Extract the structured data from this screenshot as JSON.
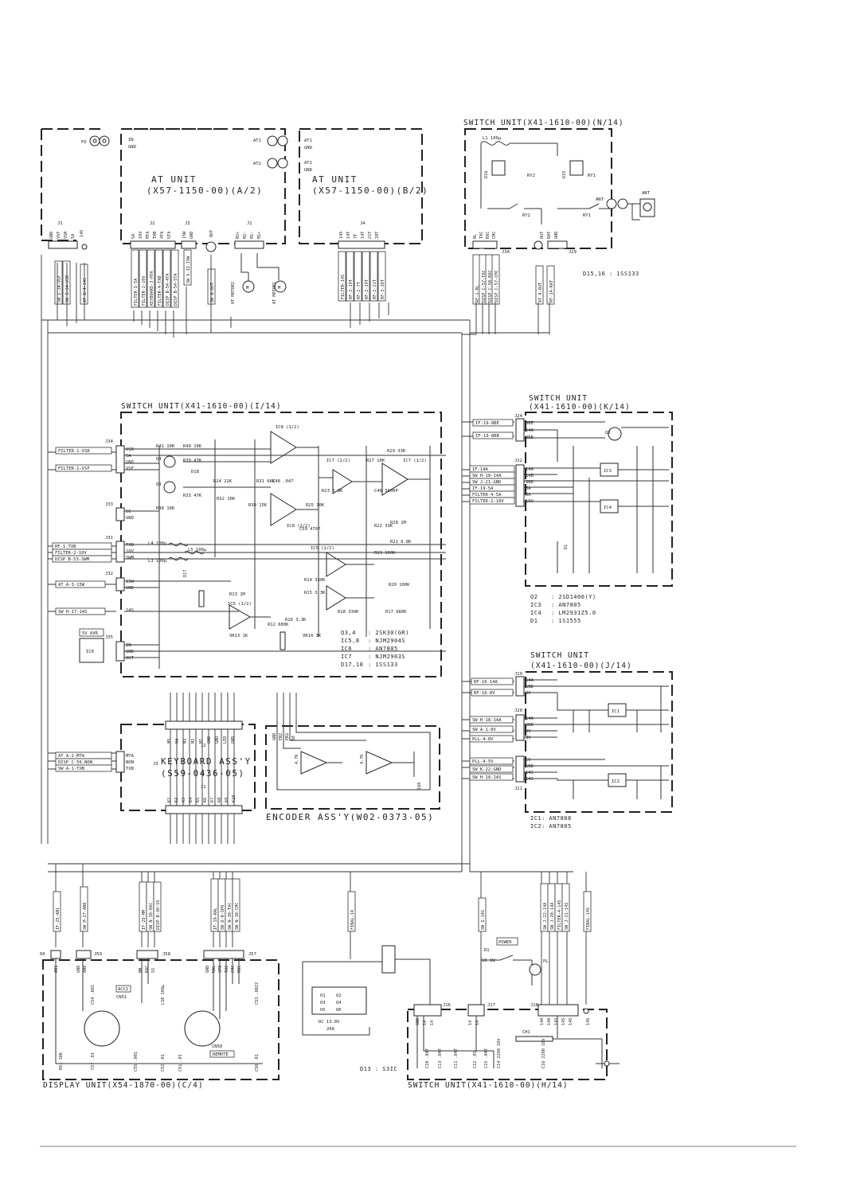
{
  "units": {
    "at_a": {
      "title": "AT UNIT",
      "part": "(X57-1150-00)(A/2)"
    },
    "at_b": {
      "title": "AT UNIT",
      "part": "(X57-1150-00)(B/2)"
    },
    "sw_n": {
      "title": "SWITCH UNIT(X41-1610-00)(N/14)"
    },
    "sw_i": {
      "title": "SWITCH UNIT(X41-1610-00)(I/14)"
    },
    "sw_k": {
      "title": "SWITCH UNIT",
      "part": "(X41-1610-00)(K/14)"
    },
    "sw_j": {
      "title": "SWITCH UNIT",
      "part": "(X41-1610-00)(J/14)"
    },
    "keyboard": {
      "title": "KEYBOARD ASS'Y",
      "part": "(S59-0436-05)"
    },
    "encoder": {
      "title": "ENCODER ASS'Y(W02-0373-05)"
    },
    "display": {
      "title": "DISPLAY UNIT(X54-1870-00)(C/4)"
    },
    "sw_h": {
      "title": "SWITCH UNIT(X41-1610-00)(H/14)"
    }
  },
  "top": {
    "fo": "FO",
    "in": "IN",
    "gnd": "GND",
    "at1": "AT1",
    "at2": "AT2",
    "ant": "ANT",
    "j1_pins": [
      "GND",
      "VSF",
      "VSR",
      "5A"
    ],
    "j1_14s": "14S",
    "j2_pins": [
      "5A",
      "10V",
      "MTA",
      "TXB",
      "4TA",
      "5TA"
    ],
    "j3_pins": [
      "15W",
      "GND"
    ],
    "out": "OUT",
    "jat1_pins": [
      "M2+",
      "M2-",
      "M1-",
      "M1+"
    ],
    "j4_pins": [
      "14S",
      "14T",
      "7T",
      "14T",
      "21T",
      "28T"
    ],
    "harness_j1": [
      "SW I-34-VSF",
      "SW I-34-VSR"
    ],
    "harness_at": "AT B-4-14S",
    "harness_j2": [
      "FILTER-I-5A",
      "FILTER-2-10V",
      "KEYBOARD-3-MTA",
      "FILTER-4-TXB",
      "DISP B-54-4TA",
      "DISP B-54-5TA"
    ],
    "harness_j3": "SW I-32-15W",
    "harness_out": "SW N-OUT",
    "motor2": "AT MOTOR2",
    "motor1": "AT MOTOR1",
    "harness_j4": [
      "FILTER-14S",
      "RF-2-14T",
      "RF-2-7T",
      "RF-2-14T",
      "RF-2-21T",
      "RF-3-28T"
    ]
  },
  "sw_n": {
    "l1": "L1 100μ",
    "ry1": "RY1",
    "ry2": "RY2",
    "d15": "D15",
    "d16": "D16",
    "j30": "J30",
    "j29": "J29",
    "j30_pins": [
      "RL",
      "TXC",
      "RXC",
      "CMC"
    ],
    "j29_pins": [
      "OUT",
      "RAT",
      "GND"
    ],
    "harness_j30": [
      "RF-1-RL",
      "DISP C-57-TXC",
      "DISP C-58-RXC",
      "DISP C-57-CMC"
    ],
    "harness_j29": [
      "AT A-OUT",
      "RF-14-RAT"
    ],
    "note": "D15,16 : 1SS133"
  },
  "sw_i": {
    "j34_pins": [
      "VSR",
      "5A",
      "GND",
      "VSF"
    ],
    "j34_harness": [
      "FILTER-1-VSR",
      "FILTER-1-VSF"
    ],
    "j33_pins": [
      "5C",
      "GND"
    ],
    "j31_pins": [
      "TXB",
      "10V",
      "SWM"
    ],
    "j31_harness": [
      "RF-1-TXB",
      "FILTER-2-10V",
      "DISP B-53-SWM"
    ],
    "j32_pins": [
      "15W",
      "GND"
    ],
    "j32_harness": "AT A-3-15W",
    "line_14s": "SW H-17-14S",
    "j35_pins": [
      "IN",
      "GND",
      "OUT"
    ],
    "avr": "5V AVR",
    "ic6": "IC6",
    "ic8a": "IC8 (1/2)",
    "ic8b": "IC8 (2/2)",
    "ic7a": "IC7 (2/2)",
    "ic7b": "IC7 (1/2)",
    "ic5a": "IC5 (2/2)",
    "ic5b": "IC5 (1/2)",
    "q3": "Q3",
    "q4": "Q4",
    "d17": "D17",
    "d18": "D18",
    "parts": [
      "R41 10K",
      "R40 10K",
      "R39 47K",
      "R24 22K",
      "R33 47K",
      "R38 10K",
      "R32 10K",
      "R30 15K",
      "R31 68K",
      "C48 .047",
      "R25 10K",
      "R23 6.8K",
      "C46 5600P",
      "R27 10K",
      "R29 33K",
      "R28 1M",
      "R21 6.8K",
      "C59 470P",
      "L4 100μ",
      "L5 100μ",
      "L3 100μ",
      "R14 330K",
      "R15 3.3K",
      "R19 100K",
      "R22 33K",
      "R20 100K",
      "R18 330K",
      "R17 680K",
      "R13 1M",
      "R12 680K",
      "R16 3.3K",
      "VR13 1K",
      "VR14 3K"
    ],
    "notes": [
      [
        "Q3,4",
        ": 2SK30(GR)"
      ],
      [
        "IC5,8",
        ": NJM2904S"
      ],
      [
        "IC6",
        ": AN7805"
      ],
      [
        "IC7",
        ": NJM2903S"
      ],
      [
        "D17,18",
        ": 1SS133"
      ]
    ]
  },
  "sw_k": {
    "j24_pins": [
      "8BE",
      "14A",
      "8BB"
    ],
    "j24_harness": [
      "IF-19-8BE",
      "IF-19-8BB"
    ],
    "j22_pins": [
      "14A",
      "14B",
      "GND",
      "5A",
      "5A",
      "10V"
    ],
    "j22_harness": [
      "IF-14A",
      "SW H-18-14A",
      "SW J-21-GND",
      "IF-19-5A",
      "FILTER-4-5A",
      "FILTER-2-10V"
    ],
    "q2": "Q2",
    "ic3": "IC3",
    "ic4": "IC4",
    "d1": "D1",
    "notes": [
      [
        "Q2",
        ": 2SD1406(Y)"
      ],
      [
        "IC3",
        ": AN7805"
      ],
      [
        "IC4",
        ": LM2931Z5.0"
      ],
      [
        "D1",
        ": 1S1555"
      ]
    ]
  },
  "sw_j": {
    "j19_pins": [
      "14A",
      "GND",
      "8V"
    ],
    "j19_harness": [
      "RF-16-14A",
      "RF-16-8V"
    ],
    "j20_pins": [
      "14A",
      "GND",
      "8V",
      "8V"
    ],
    "j20_harness": [
      "SW H-18-14A",
      "SW A-1-8V",
      "PLL-4-8V"
    ],
    "j21_pins": [
      "5V",
      "GND",
      "14S",
      "14S"
    ],
    "j21_harness": [
      "PLL-4-5V",
      "SW K-22-GND",
      "SW H-18-14S"
    ],
    "ic1": "IC1",
    "ic2": "IC2",
    "notes": [
      [
        "IC1",
        ": AN7808"
      ],
      [
        "IC2",
        ": AN7805"
      ]
    ]
  },
  "keyboard": {
    "j2": "J2",
    "j1": "J1",
    "j3": "J3",
    "j2_pins": [
      "M5",
      "M4",
      "M3",
      "M2",
      "M1",
      "GND",
      "GND",
      "LED",
      "GND"
    ],
    "j1_pins": [
      "K1",
      "K2",
      "K3",
      "K4",
      "K5",
      "K6",
      "K7",
      "K8",
      "K9",
      "K10"
    ],
    "j3_pins": [
      "MTA",
      "NON",
      "TXB"
    ],
    "j3_harness": [
      "AT A-2-MTA",
      "DISP C-56-NON",
      "SW A-1-TXB"
    ]
  },
  "encoder": {
    "pins": [
      "GND",
      "EN2",
      "EN1",
      "5E"
    ],
    "r1": "4.7K",
    "r2": "4.7K",
    "r3": "160"
  },
  "display": {
    "j60_pins": [
      "AN1"
    ],
    "j59_pins": [
      "GND",
      "AN0"
    ],
    "j58_pins": [
      "MM",
      "RXC",
      "SS"
    ],
    "j57_pins": [
      "GND",
      "RAL",
      "SPO",
      "TXC",
      "CMC",
      "RXC"
    ],
    "harness_j60": "IF-25-AN1",
    "harness_j59": "SW M-27-AN0",
    "harness_j58": [
      "IF-25-MM",
      "SW N-30-RXC",
      "DISP B-30-SS"
    ],
    "harness_j57": [
      "IF-19-RAL",
      "SW D-8-SPO",
      "SW N-30-TXC",
      "SW N-30-CMC"
    ],
    "acc2": "ACC2",
    "cn51": "CN51",
    "cn50": "CN50",
    "remote": "REMOTE",
    "parts": [
      "C54 .001",
      "R51 10K",
      "C57 .01",
      "C55 .001",
      "L50 100μ",
      "C52 .01",
      "C51 .01",
      "C53 .0022",
      "C50 .01"
    ]
  },
  "sw_h": {
    "final_14": "FINAL-14",
    "sw_i_14s": "SW I-14S",
    "final_14s": "FINAL-14S",
    "harness_j18": [
      "SW J-22-14A",
      "SW J-20-14A",
      "FILTER-4-14S",
      "SW J-21-14S"
    ],
    "power": "POWER",
    "r1": "R1",
    "r1v": "10 1W",
    "pl": "PL",
    "dc": "DC 13.8V",
    "amps": "20A",
    "j16_pins": [
      "GND",
      "14",
      "14"
    ],
    "j17_pins": [
      "14",
      "14"
    ],
    "j18_pins": [
      "14A",
      "14A",
      "14S",
      "14S",
      "14S"
    ],
    "ch1": "CH1",
    "parts": [
      "C10 .047",
      "C13 .047",
      "C11 .047",
      "C12 .01",
      "C15 .047",
      "C14 2200 16V",
      "C16 2200 16V"
    ],
    "note": "D13 : S3IC",
    "dc_pins": [
      "O1",
      "O2",
      "O3",
      "O4",
      "O5",
      "O6"
    ]
  }
}
